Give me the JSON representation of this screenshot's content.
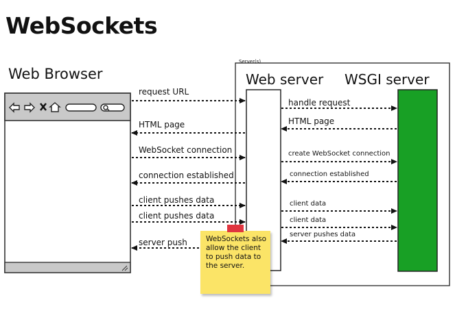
{
  "title": "WebSockets",
  "browser": {
    "label": "Web Browser"
  },
  "server_group": {
    "label": "Server(s)"
  },
  "web_server": {
    "label": "Web server"
  },
  "wsgi_server": {
    "label": "WSGI server",
    "color": "#18a025"
  },
  "messages_left": [
    "request URL",
    "HTML page",
    "WebSocket connection",
    "connection established",
    "client pushes data",
    "client pushes data",
    "server push"
  ],
  "messages_right": [
    "handle request",
    "HTML page",
    "create WebSocket connection",
    "connection established",
    "client data",
    "client data",
    "server pushes data"
  ],
  "note": {
    "text": "WebSockets also allow the client to push data to the server.",
    "color": "#fbe467",
    "pin_color": "#e0353f"
  }
}
